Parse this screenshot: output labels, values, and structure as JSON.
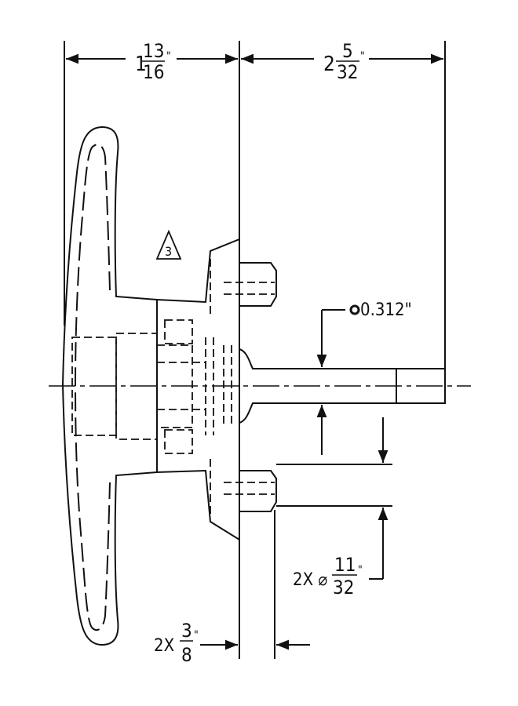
{
  "dimensions": {
    "overall_handle_depth": {
      "whole": "1",
      "numerator": "13",
      "denominator": "16",
      "unit_mark": "\""
    },
    "shaft_length": {
      "whole": "2",
      "numerator": "5",
      "denominator": "32",
      "unit_mark": "\""
    },
    "shaft_diameter": {
      "symbol": "⌀",
      "value": "0.312\""
    },
    "mount_hole_diameter": {
      "prefix": "2X ⌀",
      "numerator": "11",
      "denominator": "32",
      "unit_mark": "\""
    },
    "mount_boss_offset": {
      "prefix": "2X",
      "numerator": "3",
      "denominator": "8",
      "unit_mark": "\""
    }
  },
  "note_marker": {
    "label": "3"
  },
  "colors": {
    "line": "#111111",
    "background": "#ffffff"
  }
}
